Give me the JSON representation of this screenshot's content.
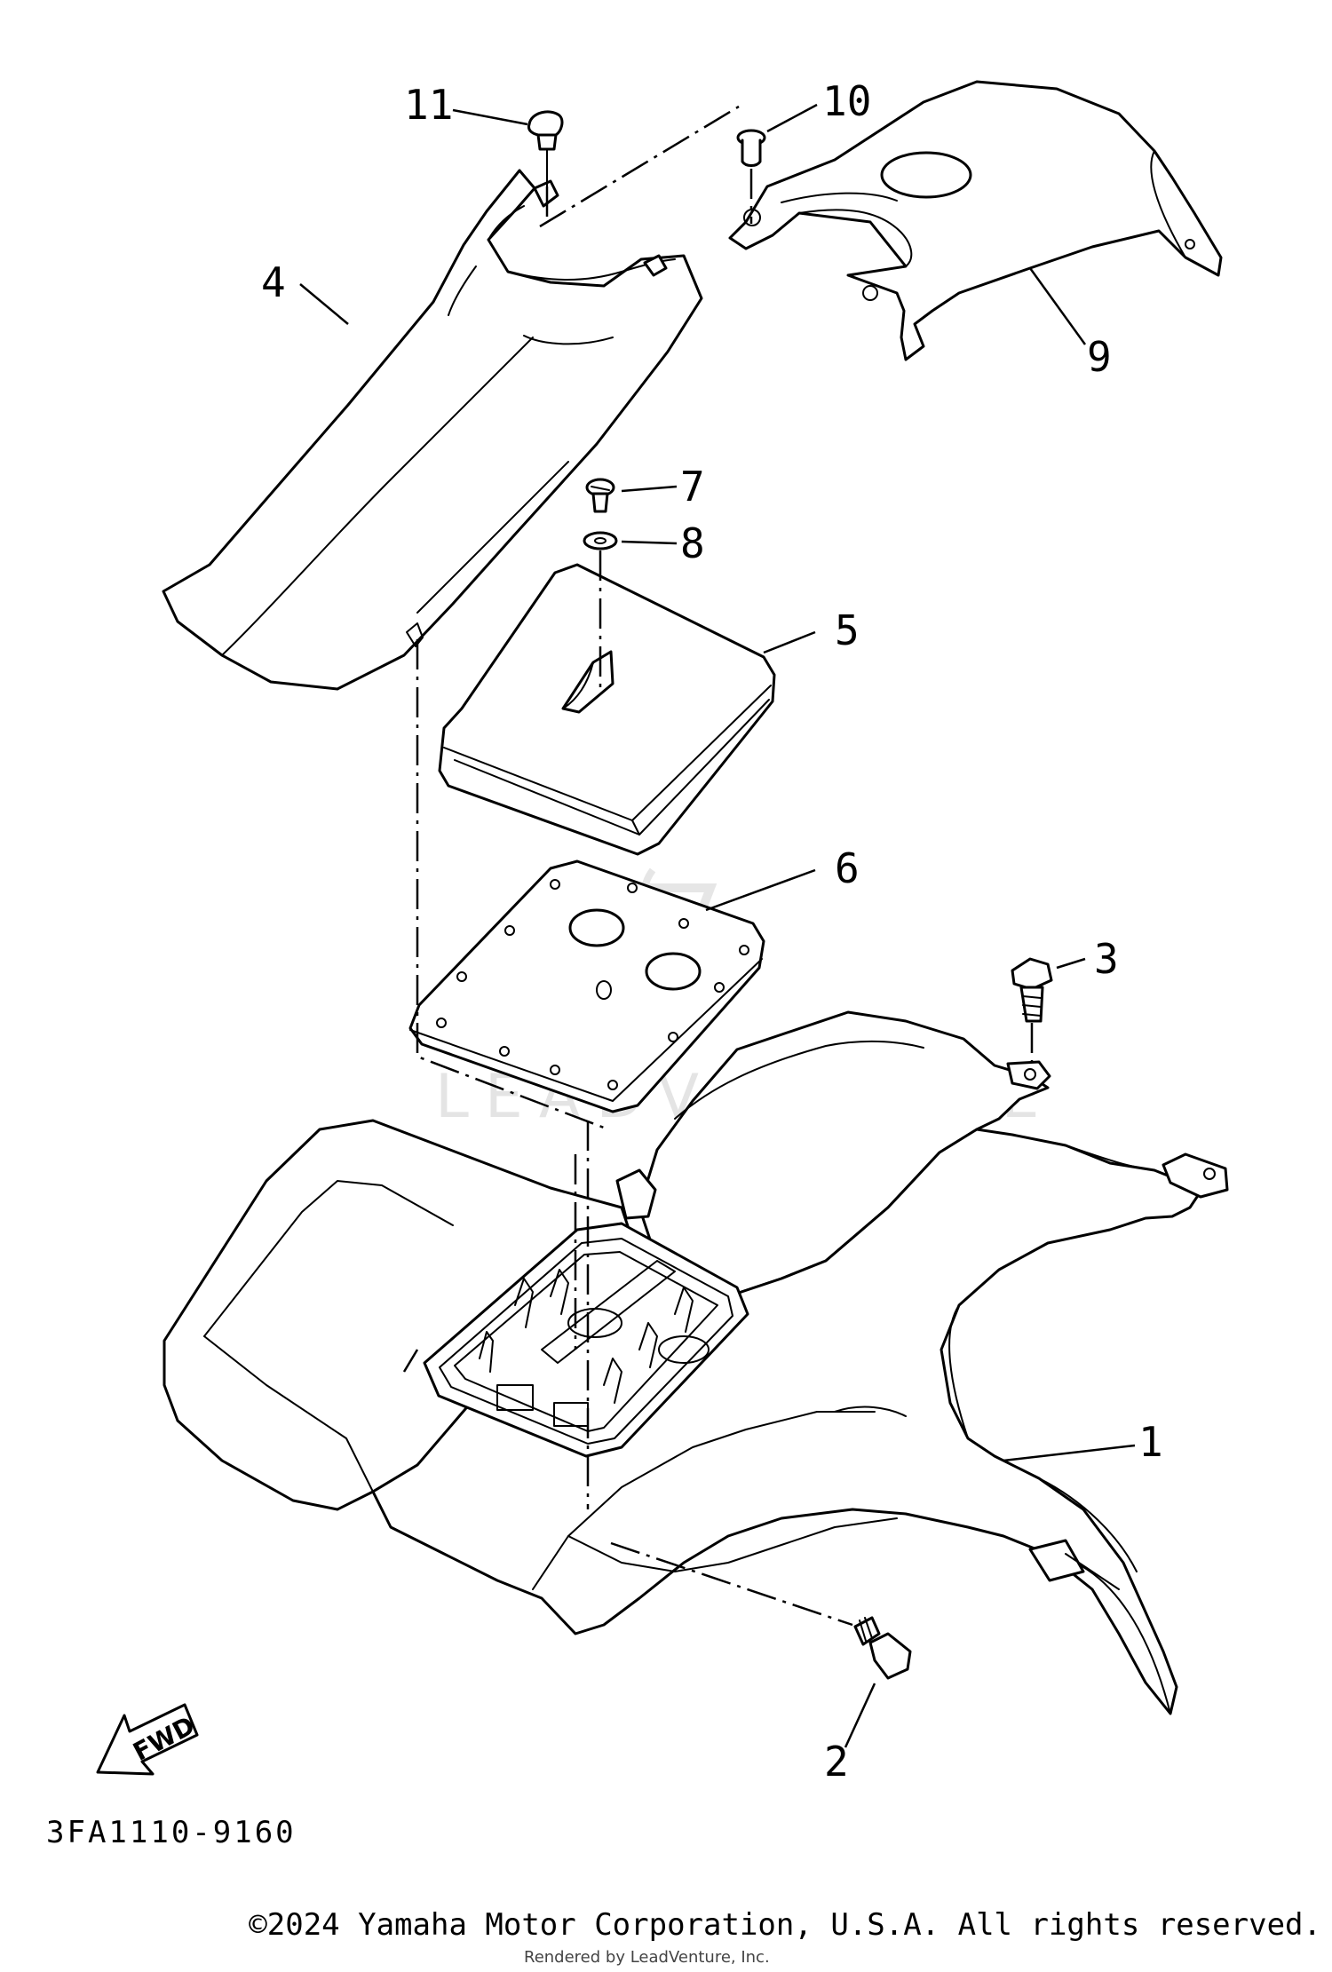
{
  "diagram": {
    "code": "3FA1110-9160",
    "copyright": "©2024 Yamaha Motor Corporation, U.S.A. All rights reserved.",
    "rendered_by": "Rendered by LeadVenture, Inc.",
    "watermark": "LEADVENTURE",
    "direction_arrow": "FWD",
    "callouts": [
      {
        "ref": "1"
      },
      {
        "ref": "2"
      },
      {
        "ref": "3"
      },
      {
        "ref": "4"
      },
      {
        "ref": "5"
      },
      {
        "ref": "6"
      },
      {
        "ref": "7"
      },
      {
        "ref": "8"
      },
      {
        "ref": "9"
      },
      {
        "ref": "10"
      },
      {
        "ref": "11"
      }
    ]
  }
}
